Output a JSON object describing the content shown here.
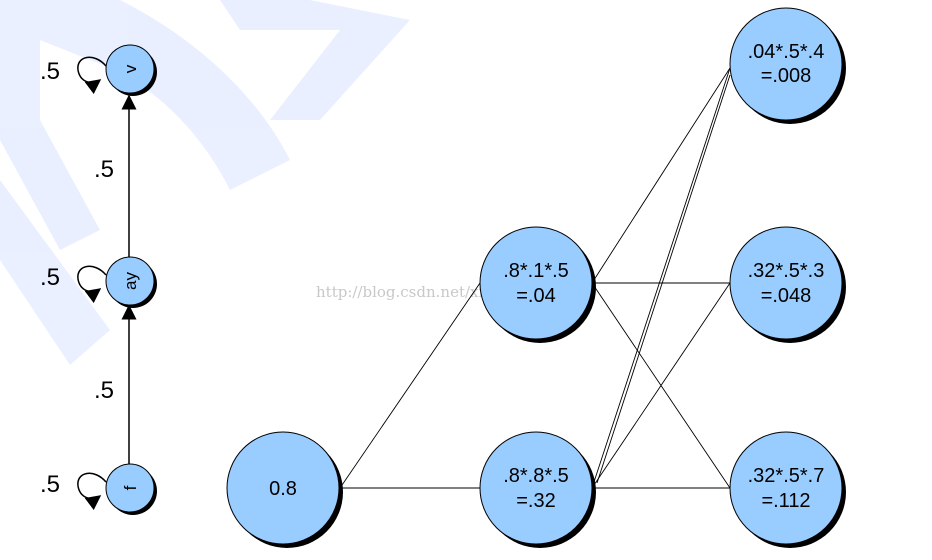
{
  "watermark": {
    "url": "http://blog.csdn.net/xmu_jupiter"
  },
  "state_machine": {
    "states": [
      {
        "id": "v",
        "label": "v"
      },
      {
        "id": "ay",
        "label": "ay"
      },
      {
        "id": "f",
        "label": "f"
      }
    ],
    "self_loop_probs": [
      ".5",
      ".5",
      ".5"
    ],
    "transition_probs": [
      ".5",
      ".5"
    ]
  },
  "trellis": {
    "start": {
      "label": "0.8"
    },
    "column1": [
      {
        "line1": ".8*.1*.5",
        "line2": "=.04"
      },
      {
        "line1": ".8*.8*.5",
        "line2": "=.32"
      }
    ],
    "column2": [
      {
        "line1": ".04*.5*.4",
        "line2": "=.008"
      },
      {
        "line1": ".32*.5*.3",
        "line2": "=.048"
      },
      {
        "line1": ".32*.5*.7",
        "line2": "=.112"
      }
    ]
  },
  "colors": {
    "node_fill": "#99ccff",
    "node_shadow": "#000000",
    "edge": "#000000",
    "watermark_shape": "#e8eeff"
  }
}
